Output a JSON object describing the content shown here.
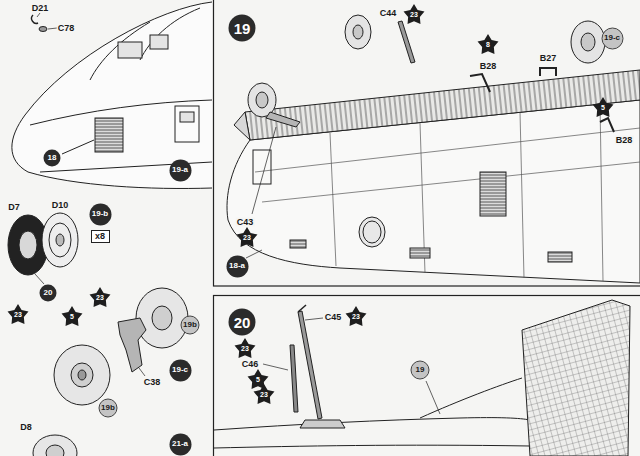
{
  "diagram": {
    "nodes": [
      {
        "text": [
          "18"
        ]
      },
      {
        "text": [
          "19-a"
        ]
      },
      {
        "text": [
          "19-b"
        ]
      },
      {
        "text": [
          "x8"
        ]
      },
      {
        "text": [
          "20"
        ]
      },
      {
        "text": [
          "23"
        ]
      },
      {
        "text": [
          "23"
        ]
      },
      {
        "text": [
          "5"
        ]
      },
      {
        "text": [
          "19b"
        ]
      },
      {
        "text": [
          "19-c"
        ]
      },
      {
        "text": [
          "19b"
        ]
      },
      {
        "text": [
          "21-a"
        ]
      },
      {
        "text": [
          "19"
        ]
      },
      {
        "text": [
          "23"
        ]
      },
      {
        "text": [
          "8"
        ]
      },
      {
        "text": [
          "19-c"
        ]
      },
      {
        "text": [
          "5"
        ]
      },
      {
        "text": [
          "23"
        ]
      },
      {
        "text": [
          "18-a"
        ]
      },
      {
        "text": [
          "20"
        ]
      },
      {
        "text": [
          "23"
        ]
      },
      {
        "text": [
          "23"
        ]
      },
      {
        "text": [
          "5"
        ]
      },
      {
        "text": [
          "23"
        ]
      },
      {
        "text": [
          "19"
        ]
      }
    ],
    "labels": [
      "D21",
      "C78",
      "D7",
      "D10",
      "C38",
      "D8",
      "C44",
      "B28",
      "B27",
      "B28",
      "C43",
      "C45",
      "C46"
    ]
  }
}
